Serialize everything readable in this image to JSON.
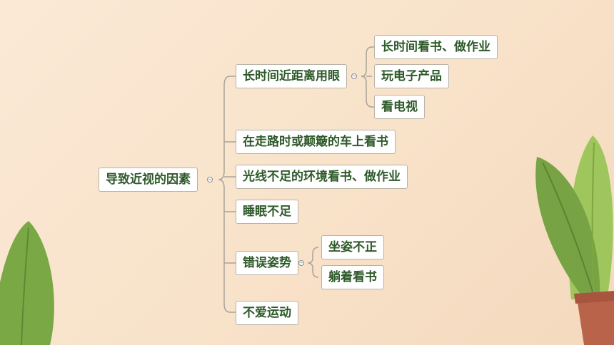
{
  "mindmap": {
    "root": {
      "label": "导致近视的因素"
    },
    "branches": [
      {
        "label": "长时间近距离用眼",
        "children": [
          "长时间看书、做作业",
          "玩电子产品",
          "看电视"
        ]
      },
      {
        "label": "在走路时或颠簸的车上看书"
      },
      {
        "label": "光线不足的环境看书、做作业"
      },
      {
        "label": "睡眠不足"
      },
      {
        "label": "错误姿势",
        "children": [
          "坐姿不正",
          "躺着看书"
        ]
      },
      {
        "label": "不爱运动"
      }
    ]
  },
  "colors": {
    "text": "#2e5a2a",
    "connector": "#a9a39a",
    "leaf_dark": "#6d9c3f",
    "leaf_light": "#9bc25a",
    "pot": "#b9644a"
  }
}
